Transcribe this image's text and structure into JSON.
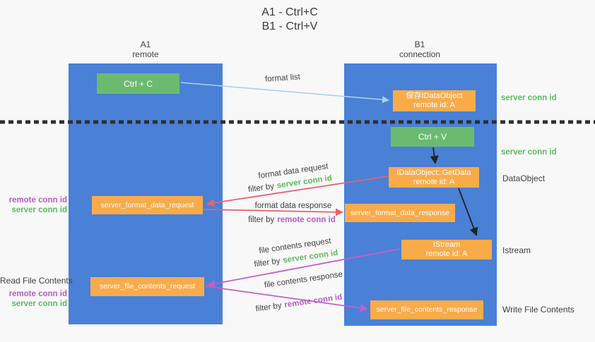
{
  "title": {
    "line1": "A1 - Ctrl+C",
    "line2": "B1 - Ctrl+V"
  },
  "lanes": {
    "left": {
      "name": "A1",
      "role": "remote"
    },
    "right": {
      "name": "B1",
      "role": "connection"
    }
  },
  "nodes": {
    "ctrl_c": {
      "label": "Ctrl + C"
    },
    "ctrl_v": {
      "label": "Ctrl + V"
    },
    "save_idataobject": {
      "line1": "保存IDataObject",
      "line2": "remote id: A"
    },
    "getdata": {
      "line1": "IDataObject::GetData",
      "line2": "remote id: A"
    },
    "istream": {
      "line1": "IStream",
      "line2": "remote id: A"
    },
    "server_format_data_request": {
      "label": "server_format_data_request"
    },
    "server_format_data_response": {
      "label": "server_format_data_response"
    },
    "server_file_contents_request": {
      "label": "server_file_contents_request"
    },
    "server_file_contents_response": {
      "label": "server_file_contents_response"
    }
  },
  "arrow_labels": {
    "format_list": "format list",
    "format_data_request": "format data request",
    "format_data_response": "format data response",
    "file_contents_request": "file contents request",
    "file_contents_response": "file contents response",
    "filter_by": "filter by",
    "server_conn_id": "server conn id",
    "remote_conn_id": "remote conn id"
  },
  "side_labels": {
    "server_conn_id_top": "server conn id",
    "server_conn_id_mid": "server conn id",
    "dataobject": "DataObject",
    "istream": "Istream",
    "read_file_contents": "Read File Contents",
    "write_file_contents": "Write File Contents",
    "remote_conn_id": "remote conn id",
    "server_conn_id": "server conn id"
  },
  "colors": {
    "lane_blue": "#4a80d6",
    "box_green": "#6cba70",
    "box_orange": "#f9ab4a",
    "arrow_red": "#e8636a",
    "arrow_magenta": "#c45fc8",
    "arrow_light_blue": "#a9cef1",
    "arrow_black": "#222222",
    "dotted_line": "#2f2f2f",
    "text_green": "#5fb95f",
    "text_purple": "#b65cc4",
    "text_dark": "#3f3f3f",
    "background": "#f8f8f9"
  }
}
